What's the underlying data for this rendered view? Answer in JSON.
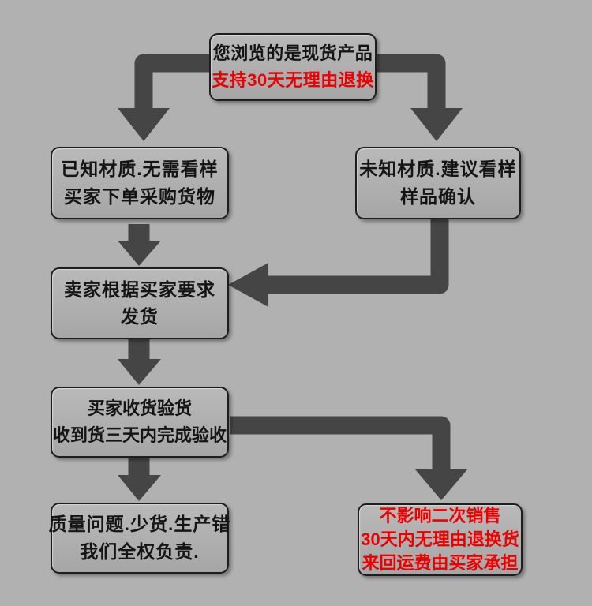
{
  "flowchart": {
    "background_color": "#b1b1b1",
    "arrow_color": "#454545",
    "box_border_color": "#1e1e1e",
    "box_fill_top": "#b9b9b9",
    "box_fill_bottom": "#a6a6a6",
    "text_color": "#151515",
    "accent_red": "#ee0000",
    "boxes": {
      "browsing": {
        "lines": [
          {
            "text": "您浏览的是现货产品",
            "red": false
          },
          {
            "text": "支持30天无理由退换",
            "red": true
          }
        ]
      },
      "known_material": {
        "lines": [
          {
            "text": "已知材质.无需看样",
            "red": false
          },
          {
            "text": "买家下单采购货物",
            "red": false
          }
        ]
      },
      "unknown_material": {
        "lines": [
          {
            "text": "未知材质.建议看样",
            "red": false
          },
          {
            "text": "样品确认",
            "red": false
          }
        ]
      },
      "seller_ship": {
        "lines": [
          {
            "text": "卖家根据买家要求",
            "red": false
          },
          {
            "text": "发货",
            "red": false
          }
        ]
      },
      "buyer_inspect": {
        "lines": [
          {
            "text": "买家收货验货",
            "red": false
          },
          {
            "text": "收到货三天内完成验收",
            "red": false
          }
        ]
      },
      "quality_issue": {
        "lines": [
          {
            "text": "质量问题.少货.生产错",
            "red": false
          },
          {
            "text": "我们全权负责.",
            "red": false
          }
        ]
      },
      "return_policy": {
        "lines": [
          {
            "text": "不影响二次销售",
            "red": true
          },
          {
            "text": "30天内无理由退换货",
            "red": true
          },
          {
            "text": "来回运费由买家承担",
            "red": true
          }
        ]
      }
    }
  }
}
